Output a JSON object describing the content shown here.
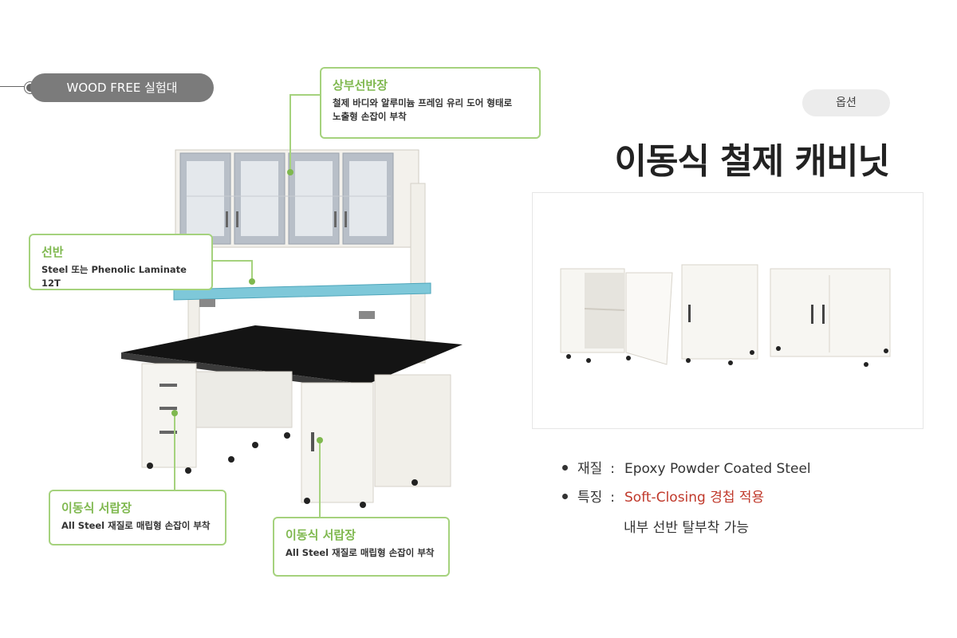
{
  "tag": {
    "label": "WOOD FREE 실험대"
  },
  "callouts": {
    "upper": {
      "title": "상부선반장",
      "line1": "철제 바디와 알루미늄 프레임 유리 도어 형태로",
      "line2": "노출형 손잡이 부착"
    },
    "shelf": {
      "title": "선반",
      "desc": "Steel 또는 Phenolic Laminate 12T"
    },
    "drawer_left": {
      "title": "이동식 서랍장",
      "desc": "All Steel 재질로 매립형 손잡이 부착"
    },
    "drawer_right": {
      "title": "이동식 서랍장",
      "desc": "All Steel 재질로 매립형 손잡이 부착"
    }
  },
  "option": {
    "label": "옵션"
  },
  "title": "이동식 철제 캐비닛",
  "specs": {
    "material": {
      "key": "재질",
      "colon": ":",
      "value": "Epoxy Powder Coated Steel"
    },
    "feature": {
      "key": "특징",
      "colon": ":",
      "value": "Soft-Closing 경첩 적용",
      "value2": "내부 선반 탈부착 가능"
    }
  },
  "colors": {
    "accent_green": "#7fb84f",
    "accent_red": "#c0392b",
    "pill_gray": "#7b7b7b"
  }
}
